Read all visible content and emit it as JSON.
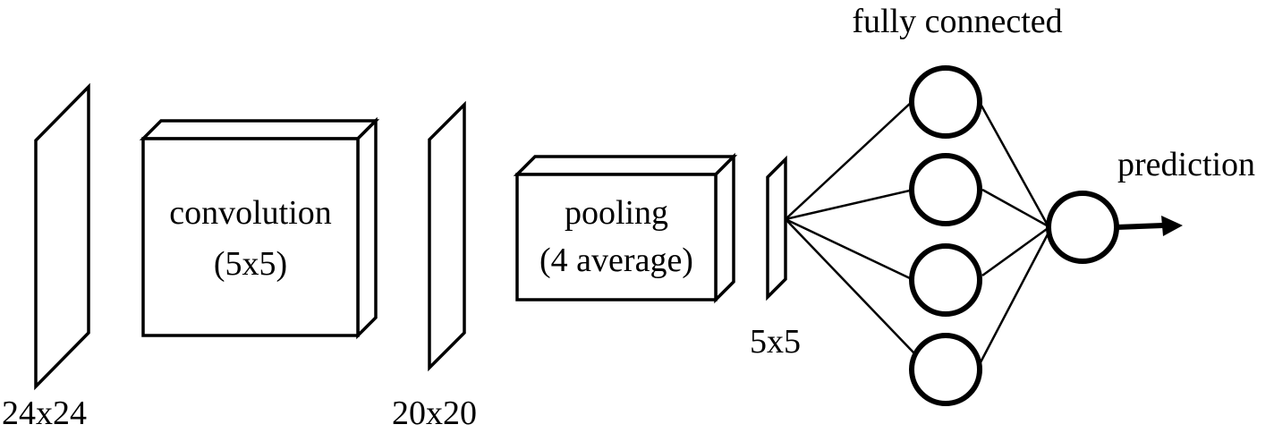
{
  "labels": {
    "input_size": "24x24",
    "conv_line1": "convolution",
    "conv_line2": "(5x5)",
    "conv_out_size": "20x20",
    "pool_line1": "pooling",
    "pool_line2": "(4 average)",
    "pool_out_size": "5x5",
    "fc_title": "fully connected",
    "output_label": "prediction"
  },
  "network": {
    "hidden_nodes": 4,
    "output_nodes": 1
  }
}
